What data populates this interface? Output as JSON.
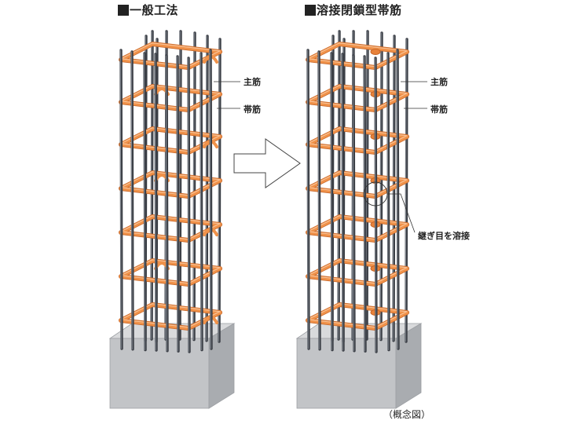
{
  "left": {
    "title": "一般工法",
    "label_main": "主筋",
    "label_hoop": "帯筋"
  },
  "right": {
    "title": "溶接閉鎖型帯筋",
    "label_main": "主筋",
    "label_hoop": "帯筋",
    "label_weld": "継ぎ目を溶接"
  },
  "note": "（概念図）",
  "colors": {
    "hoop": "#f0924a",
    "hoop_light": "#f8c49a",
    "rebar": "#3b3f46",
    "rebar_light": "#8a9099",
    "concrete_top": "#d9dadc",
    "concrete_front": "#c2c4c7",
    "concrete_side": "#a9acb0"
  }
}
